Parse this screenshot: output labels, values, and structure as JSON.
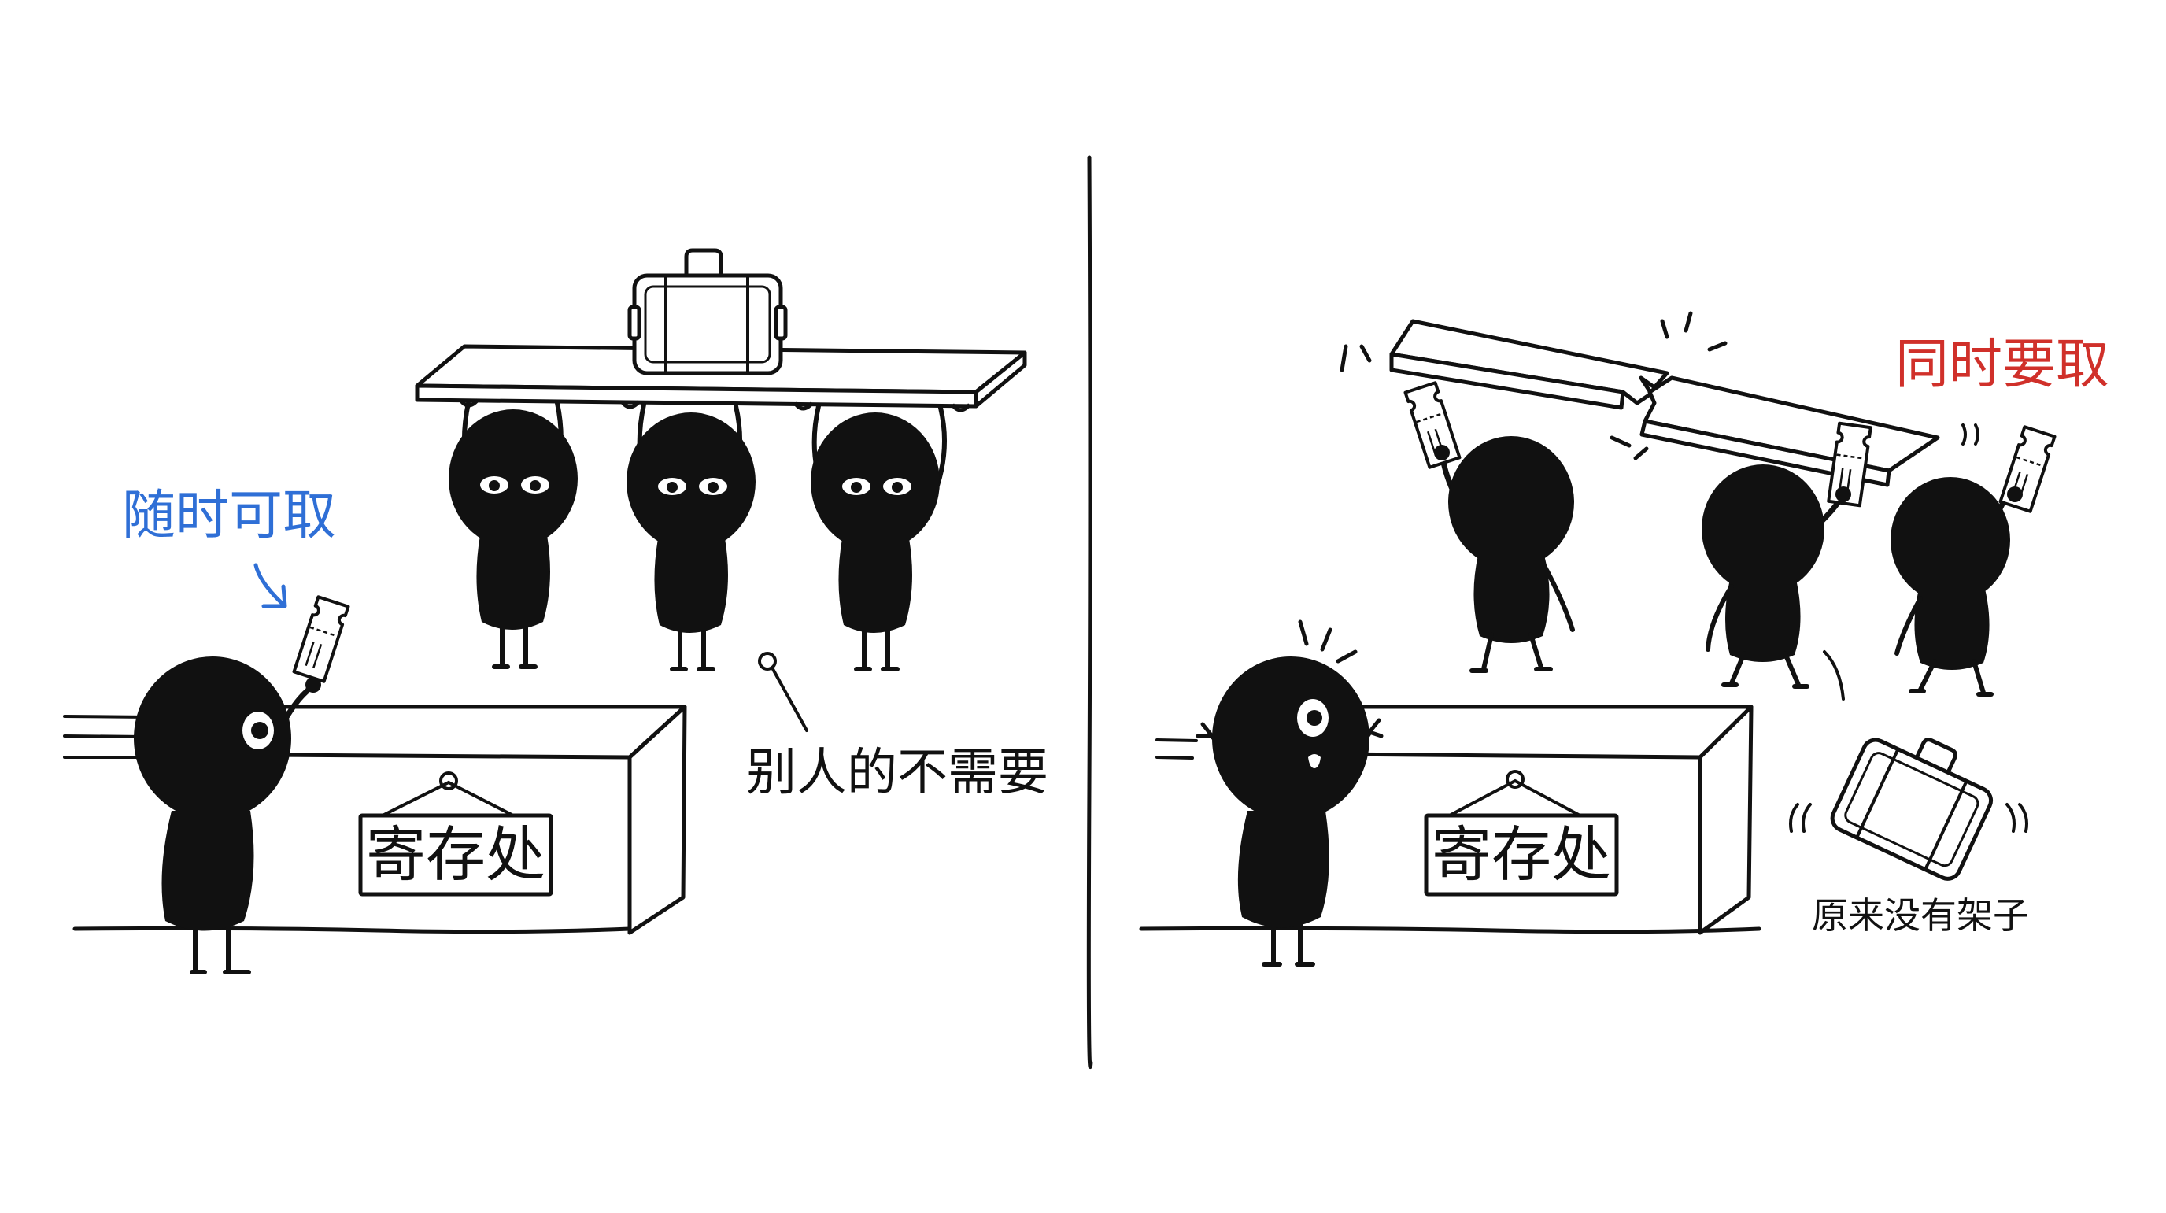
{
  "captions": {
    "always_available": "随时可取",
    "not_needed": "别人的不需要",
    "fetch_together": "同时要取",
    "no_shelf": "原来没有架子"
  },
  "signs": {
    "left_counter": "寄存处",
    "right_counter": "寄存处"
  },
  "colors": {
    "ink": "#111111",
    "blue_caption": "#2f6fd6",
    "red_caption": "#d0302a",
    "paper": "#ffffff"
  }
}
